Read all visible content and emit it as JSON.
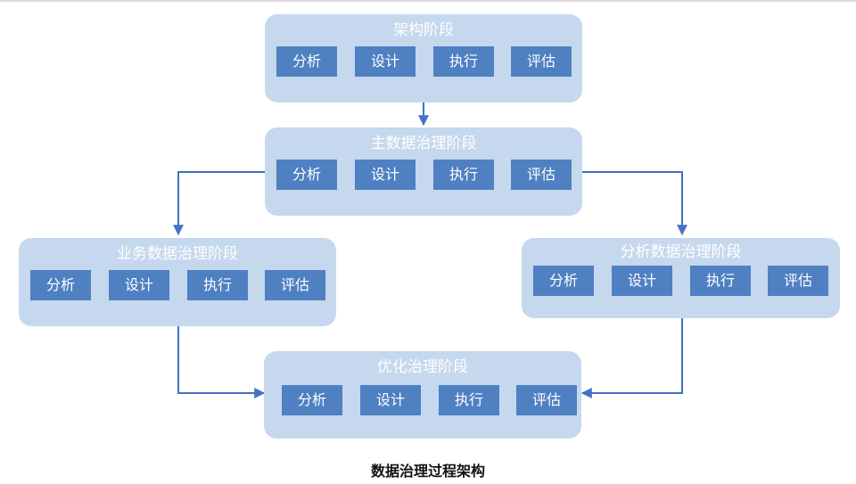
{
  "diagram": {
    "title": "数据治理过程架构",
    "stages": [
      {
        "id": "architecture",
        "title": "架构阶段",
        "steps": [
          "分析",
          "设计",
          "执行",
          "评估"
        ]
      },
      {
        "id": "master-data",
        "title": "主数据治理阶段",
        "steps": [
          "分析",
          "设计",
          "执行",
          "评估"
        ]
      },
      {
        "id": "business-data",
        "title": "业务数据治理阶段",
        "steps": [
          "分析",
          "设计",
          "执行",
          "评估"
        ]
      },
      {
        "id": "analytics-data",
        "title": "分析数据治理阶段",
        "steps": [
          "分析",
          "设计",
          "执行",
          "评估"
        ]
      },
      {
        "id": "optimization",
        "title": "优化治理阶段",
        "steps": [
          "分析",
          "设计",
          "执行",
          "评估"
        ]
      }
    ],
    "colors": {
      "stage_bg": "#c5d8ee",
      "step_bg": "#4f80c2",
      "arrow": "#4472c4"
    }
  }
}
